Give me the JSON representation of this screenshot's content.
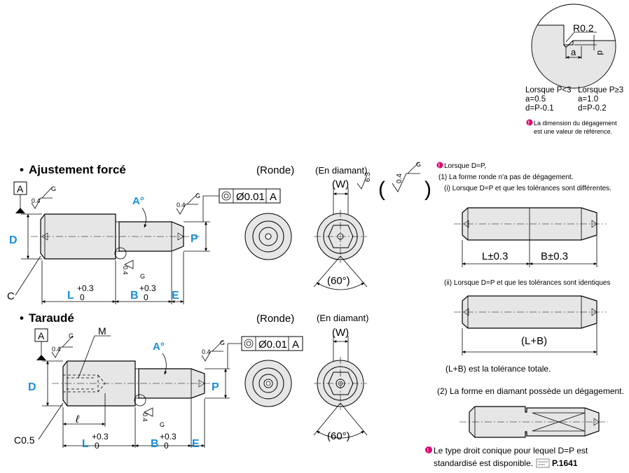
{
  "detail": {
    "radius_label": "R0.2",
    "a_label": "a",
    "d_label": "d",
    "col1_title": "Lorsque P<3",
    "col1_a": "a=0.5",
    "col1_d": "d=P-0.1",
    "col2_title": "Lorsque P≥3",
    "col2_a": "a=1.0",
    "col2_d": "d=P-0.2",
    "note_line1": "La dimension du dégagement",
    "note_line2": "est une valeur de référence."
  },
  "press_fit": {
    "title": "Ajustement forcé",
    "datum": "A",
    "roughness_g": "G",
    "roughness_value": "0.4",
    "chamfer": "C",
    "label_D": "D",
    "label_P": "P",
    "label_A_deg": "A°",
    "label_L": "L",
    "label_B": "B",
    "label_E": "E",
    "tol_plus": "+0.3",
    "tol_zero": "0",
    "concentricity_value": "Ø0.01",
    "concentricity_datum": "A",
    "view_round": "(Ronde)",
    "view_diamond": "(En diamant)",
    "label_W": "(W)",
    "angle": "(60°)"
  },
  "tapped": {
    "title": "Taraudé",
    "datum": "A",
    "roughness_g": "G",
    "roughness_value": "0.4",
    "chamfer": "C0.5",
    "label_M": "M",
    "label_l": "ℓ",
    "label_D": "D",
    "label_P": "P",
    "label_A_deg": "A°",
    "label_L": "L",
    "label_B": "B",
    "label_E": "E",
    "tol_plus": "+0.3",
    "tol_zero": "0",
    "concentricity_value": "Ø0.01",
    "concentricity_datum": "A",
    "view_round": "(Ronde)",
    "view_diamond": "(En diamant)",
    "label_W": "(W)",
    "angle": "(60°)"
  },
  "surface_symbol": {
    "value_63": "6.3",
    "value_04": "0.4",
    "g": "G"
  },
  "right_notes": {
    "intro": "Lorsque D=P,",
    "item1": "(1) La forme ronde n'a pas de dégagement.",
    "item1i": "(i) Lorsque D=P et que les tolérances sont différentes.",
    "dim_L": "L±0.3",
    "dim_B": "B±0.3",
    "item1ii": "(ii) Lorsque D=P et que les tolérances sont identiques",
    "dim_LB": "(L+B)",
    "total_tol": "(L+B) est la tolérance totale.",
    "item2": "(2) La forme en diamant possède un dégagement.",
    "final_line1": "Le type droit conique pour lequel D=P est",
    "final_line2": "standardisé est disponible.",
    "page_ref": "P.1641"
  }
}
